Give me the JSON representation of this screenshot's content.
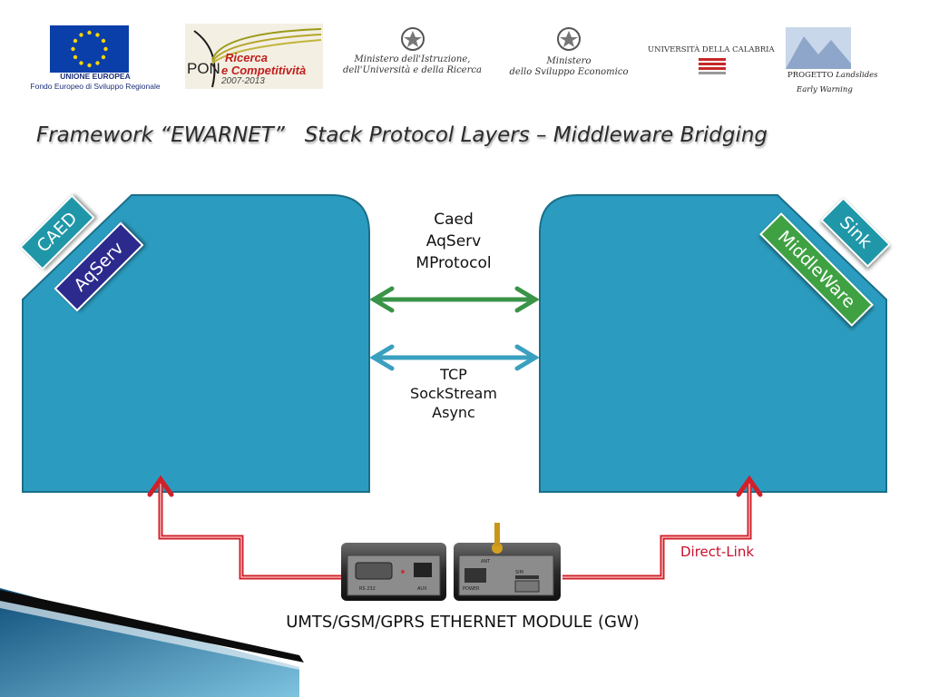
{
  "header": {
    "eu_line1": "UNIONE EUROPEA",
    "eu_line2": "Fondo Europeo di Sviluppo Regionale",
    "pon_label": "PON",
    "pon_line1": "Ricerca",
    "pon_line2": "e Competitività",
    "pon_years": "2007-2013",
    "miur_line1": "Ministero dell'Istruzione,",
    "miur_line2": "dell'Università e della Ricerca",
    "mise_line1": "Ministero",
    "mise_line2": "dello Sviluppo Economico",
    "unical": "UNIVERSITÀ DELLA CALABRIA",
    "project_line1": "PROGETTO",
    "project_line1b": "Landslides",
    "project_line2": "Early Warning"
  },
  "title": {
    "part1": "Framework “EWARNET”",
    "part2": "Stack Protocol Layers – Middleware Bridging"
  },
  "diagram": {
    "left_badges": [
      "CAED",
      "AqServ"
    ],
    "right_badges": [
      "Sink",
      "MiddleWare"
    ],
    "top_link_lines": [
      "Caed",
      "AqServ",
      "MProtocol"
    ],
    "bottom_link_lines": [
      "TCP",
      "SockStream",
      "Async"
    ],
    "direct_link": "Direct-Link",
    "device_caption": "UMTS/GSM/GPRS ETHERNET MODULE (GW)",
    "device_labels": [
      "RS 232",
      "AUX",
      "ANT",
      "SIM",
      "POWER"
    ]
  },
  "colors": {
    "box_fill": "#2b9cbf",
    "box_stroke": "#1b6f8a",
    "caed_badge": "#1f97a8",
    "aqserv_badge": "#2c2a8c",
    "middleware_badge": "#3fa142",
    "green_arrow": "#3a9447",
    "blue_arrow": "#3aa0c0",
    "red_link": "#d0202a"
  }
}
